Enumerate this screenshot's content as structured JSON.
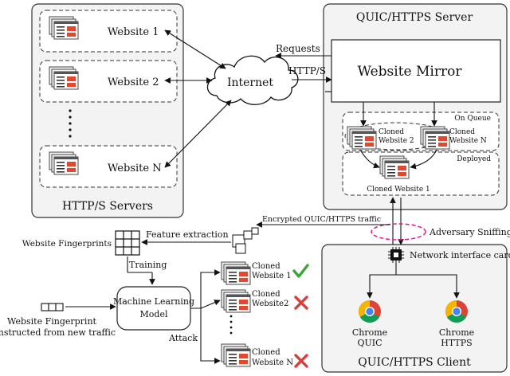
{
  "http_servers": {
    "websites": [
      "Website 1",
      "Website 2",
      "Website N"
    ],
    "label": "HTTP/S Servers"
  },
  "internet": {
    "label": "Internet"
  },
  "links": {
    "requests": "Requests",
    "https": "HTTP/S"
  },
  "quic_server": {
    "title": "QUIC/HTTPS Server",
    "mirror": "Website Mirror",
    "on_queue": "On Queue",
    "deployed": "Deployed",
    "cloned_2": [
      "Cloned",
      "Website 2"
    ],
    "cloned_n": [
      "Cloned",
      "Website N"
    ],
    "cloned_1": "Cloned Website 1"
  },
  "traffic": {
    "encrypted": "Encrypted QUIC/HTTPS traffic",
    "sniffing": "Adversary Sniffing"
  },
  "attack": {
    "fingerprints": "Website Fingerprints",
    "feature_extraction": "Feature extraction",
    "training": "Training",
    "model": [
      "Machine Learning",
      "Model"
    ],
    "new_fp": [
      "Website Fingerprint",
      "constructed from new traffic"
    ],
    "attack_label": "Attack",
    "candidates": [
      {
        "lines": [
          "Cloned",
          "Website 1"
        ],
        "mark": "check"
      },
      {
        "lines": [
          "Cloned",
          "Website2"
        ],
        "mark": "cross"
      },
      {
        "lines": [
          "Cloned",
          "Website N"
        ],
        "mark": "cross"
      }
    ]
  },
  "client": {
    "title": "QUIC/HTTPS Client",
    "nic": "Network interface card",
    "chrome_quic": [
      "Chrome",
      "QUIC"
    ],
    "chrome_https": [
      "Chrome",
      "HTTPS"
    ]
  },
  "colors": {
    "check": "#3aa53a",
    "cross": "#d6403b",
    "sniff": "#e0198f",
    "chrome_red": "#db4437",
    "chrome_yellow": "#f4b400",
    "chrome_green": "#0f9d58",
    "chrome_blue": "#4285f4",
    "page_red": "#e0492f"
  }
}
